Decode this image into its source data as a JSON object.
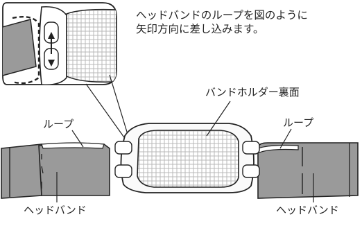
{
  "instruction": {
    "line1": "ヘッドバンドのループを図のように",
    "line2": "矢印方向に差し込みます。"
  },
  "labels": {
    "holder_back": "バンドホルダー裏面",
    "loop_left": "ループ",
    "loop_right": "ループ",
    "headband_left": "ヘッドバンド",
    "headband_right": "ヘッドバンド"
  },
  "colors": {
    "band_gray": "#9a9a9a",
    "outline": "#222222",
    "mesh": "#d9d9d9",
    "inset_fill": "#ffffff"
  }
}
